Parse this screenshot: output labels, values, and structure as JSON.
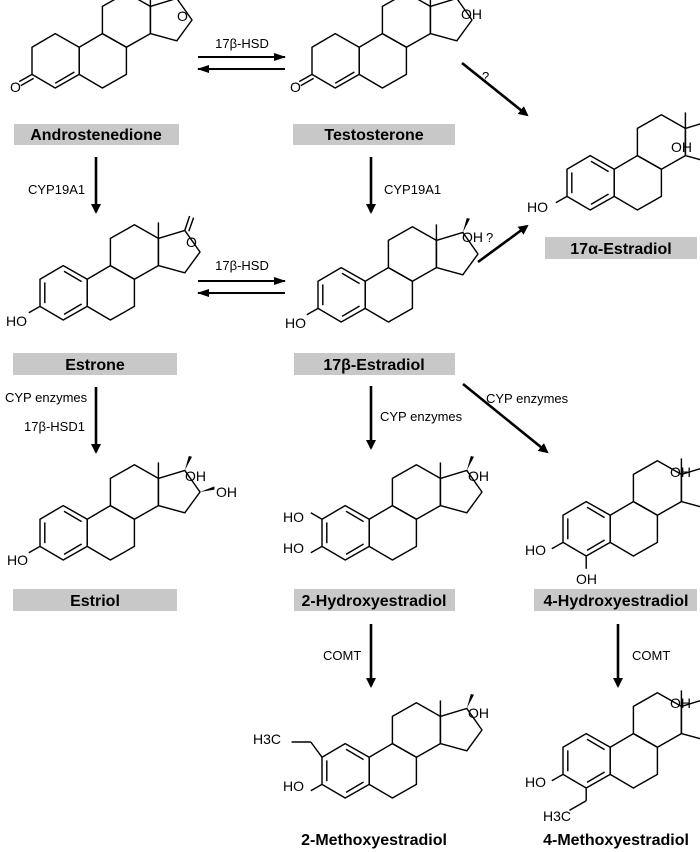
{
  "compounds": {
    "androstenedione": "Androstenedione",
    "testosterone": "Testosterone",
    "alpha_estradiol": "17α-Estradiol",
    "estrone": "Estrone",
    "beta_estradiol": "17β-Estradiol",
    "estriol": "Estriol",
    "hydroxy2": "2-Hydroxyestradiol",
    "hydroxy4": "4-Hydroxyestradiol",
    "methoxy2": "2-Methoxyestradiol",
    "methoxy4": "4-Methoxyestradiol"
  },
  "enzymes": {
    "hsd_top": "17β-HSD",
    "hsd_mid": "17β-HSD",
    "cyp19_left": "CYP19A1",
    "cyp19_mid": "CYP19A1",
    "unknown_top": "?",
    "unknown_mid": "?",
    "cyp_left": "CYP enzymes",
    "hsd1_left": "17β-HSD1",
    "cyp_mid": "CYP enzymes",
    "cyp_right": "CYP enzymes",
    "comt_mid": "COMT",
    "comt_right": "COMT"
  },
  "atoms": {
    "oh": "OH",
    "ho": "HO",
    "o": "O",
    "h3c": "H3C"
  }
}
